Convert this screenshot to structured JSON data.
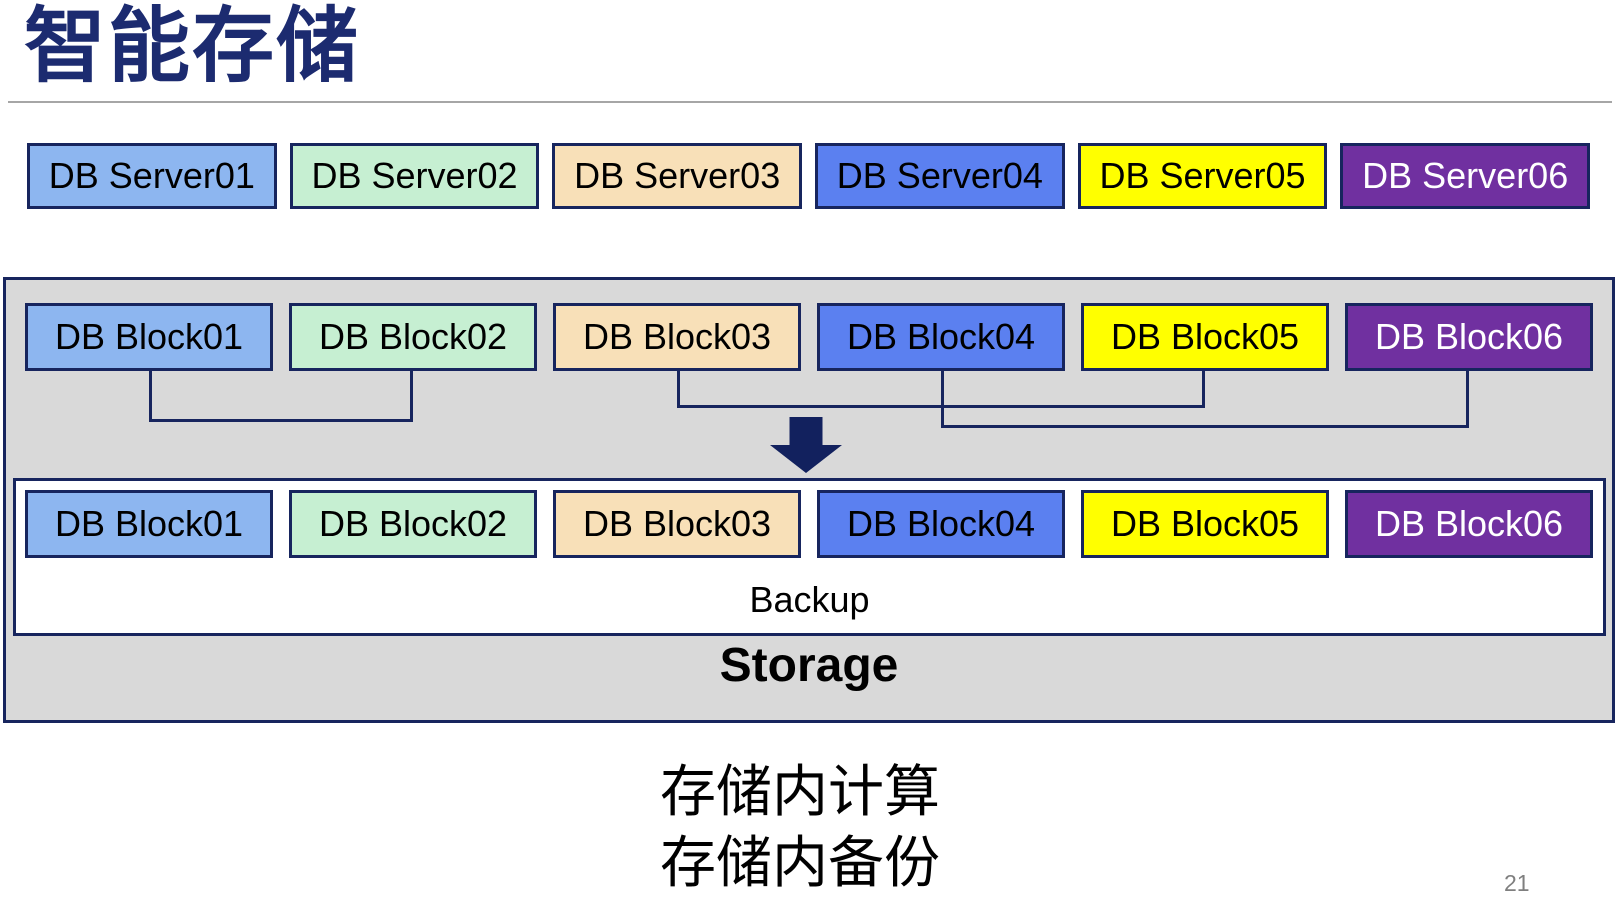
{
  "slide": {
    "title": "智能存储",
    "page_number": "21",
    "caption": {
      "line1": "存储内计算",
      "line2": "存储内备份"
    }
  },
  "colors": {
    "title_text": "#1C2B70",
    "box_border": "#17255E",
    "connector": "#17255E",
    "arrow_fill": "#12215E",
    "container_fill": "#D9D9D9",
    "backup_box_fill": "#FFFFFF",
    "divider": "#A6A6A6",
    "page_number_text": "#7F7F7F"
  },
  "server_row": [
    {
      "label": "DB Server01",
      "fill": "#8DB6F0",
      "text_color": "#000000"
    },
    {
      "label": "DB Server02",
      "fill": "#C6EFD2",
      "text_color": "#000000"
    },
    {
      "label": "DB Server03",
      "fill": "#F8E0B8",
      "text_color": "#000000"
    },
    {
      "label": "DB Server04",
      "fill": "#5B80F0",
      "text_color": "#000000"
    },
    {
      "label": "DB Server05",
      "fill": "#FFFF00",
      "text_color": "#000000"
    },
    {
      "label": "DB Server06",
      "fill": "#7030A0",
      "text_color": "#FFFFFF"
    }
  ],
  "block_row_top": [
    {
      "label": "DB Block01",
      "fill": "#8DB6F0",
      "text_color": "#000000"
    },
    {
      "label": "DB Block02",
      "fill": "#C6EFD2",
      "text_color": "#000000"
    },
    {
      "label": "DB Block03",
      "fill": "#F8E0B8",
      "text_color": "#000000"
    },
    {
      "label": "DB Block04",
      "fill": "#5B80F0",
      "text_color": "#000000"
    },
    {
      "label": "DB Block05",
      "fill": "#FFFF00",
      "text_color": "#000000"
    },
    {
      "label": "DB Block06",
      "fill": "#7030A0",
      "text_color": "#FFFFFF"
    }
  ],
  "block_row_bottom": [
    {
      "label": "DB Block01",
      "fill": "#8DB6F0",
      "text_color": "#000000"
    },
    {
      "label": "DB Block02",
      "fill": "#C6EFD2",
      "text_color": "#000000"
    },
    {
      "label": "DB Block03",
      "fill": "#F8E0B8",
      "text_color": "#000000"
    },
    {
      "label": "DB Block04",
      "fill": "#5B80F0",
      "text_color": "#000000"
    },
    {
      "label": "DB Block05",
      "fill": "#FFFF00",
      "text_color": "#000000"
    },
    {
      "label": "DB Block06",
      "fill": "#7030A0",
      "text_color": "#FFFFFF"
    }
  ],
  "storage": {
    "backup_label": "Backup",
    "storage_label": "Storage"
  }
}
